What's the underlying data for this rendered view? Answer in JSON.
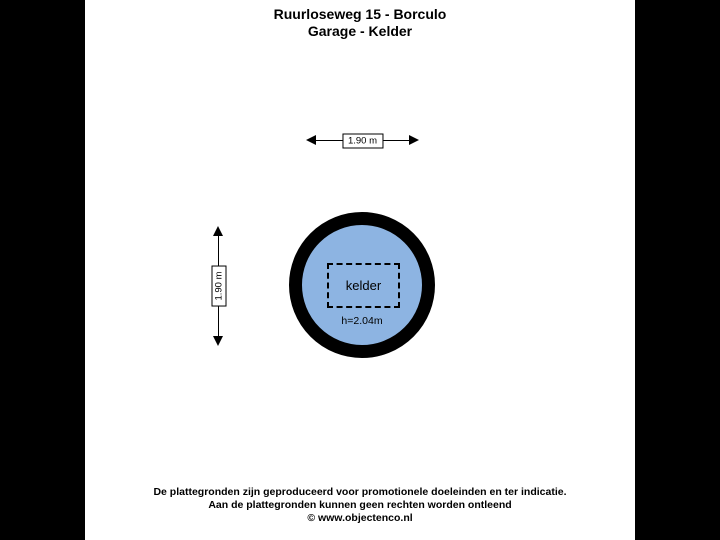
{
  "title": {
    "line1": "Ruurloseweg 15 - Borculo",
    "line2": "Garage - Kelder"
  },
  "dimensions": {
    "width_label": "1.90 m",
    "height_label": "1.90 m"
  },
  "room": {
    "label": "kelder",
    "ceiling_height": "h=2.04m"
  },
  "footer": {
    "line1": "De plattegronden zijn geproduceerd voor promotionele doeleinden en ter indicatie.",
    "line2": "Aan de plattegronden kunnen geen rechten worden ontleend",
    "line3": "© www.objectenco.nl"
  },
  "colors": {
    "room_fill": "#8db4e2",
    "wall": "#000000",
    "sheet_background": "#ffffff",
    "canvas_background": "#000000"
  }
}
